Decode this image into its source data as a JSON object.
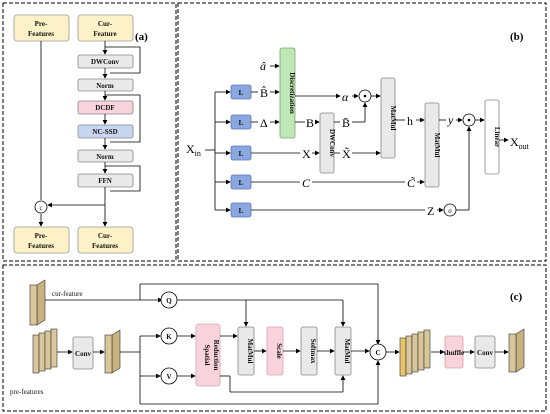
{
  "panel_a": {
    "tag": "(a)",
    "pre_features": "Pre-\nFeatures",
    "cur_feature": "Cur-\nFeature",
    "dwconv": "DWConv",
    "norm1": "Norm",
    "dcdf": "DCDF",
    "ncssd": "NC-SSD",
    "norm2": "Norm",
    "ffn": "FFN",
    "concat": "c",
    "out_pre": "Pre-\nFeatures",
    "out_cur": "Cur-\nFeatures"
  },
  "panel_b": {
    "tag": "(b)",
    "x_in": "X",
    "x_in_sub": "in",
    "l_label": "L",
    "a_hat": "â",
    "discretization": "Discretization",
    "b_hat": "B̂",
    "delta": "Δ",
    "b_sym": "B",
    "b_bar": "B̄",
    "x_sym": "X",
    "x_tilde": "X̃",
    "c_sym": "C",
    "c_tilde": "C̃",
    "alpha": "α",
    "dwconv": "DWConv",
    "matmul1": "MatMul",
    "matmul2": "MatMul",
    "h_sym": "h",
    "y_sym": "y",
    "linear": "Linear",
    "z_sym": "Z",
    "x_out": "X",
    "x_out_sub": "out",
    "sigma": "σ"
  },
  "panel_c": {
    "tag": "(c)",
    "cur_feature": "cur-feature",
    "pre_features": "pre-features",
    "conv1": "Conv",
    "q": "Q",
    "k": "K",
    "v": "V",
    "spatial_reduction": "Spatial\nReduction",
    "matmul1": "MatMul",
    "scale": "Scale",
    "softmax": "Softmax",
    "matmul2": "MatMul",
    "concat": "C",
    "shuffle": "shuffle",
    "conv2": "Conv"
  },
  "colors": {
    "feature_box": "#fdf1c7",
    "gray_box": "#e9e9e9",
    "pink_box": "#f9d3dc",
    "blue_box": "#c9d6f2",
    "blue_l": "#8aa7e0",
    "green_box": "#bfe6b5",
    "tan_cube": "#d9c69a"
  }
}
